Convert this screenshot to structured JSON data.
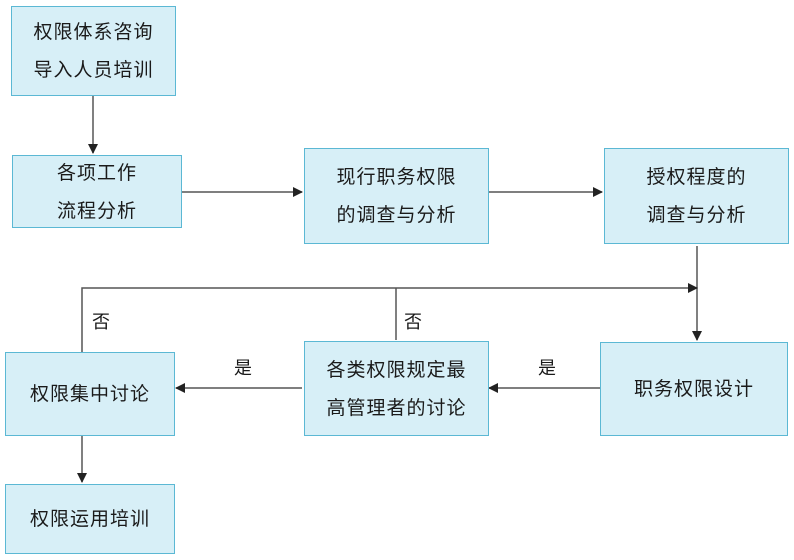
{
  "nodes": {
    "training_consultants": {
      "line1": "权限体系咨询",
      "line2": "导入人员培训"
    },
    "workflow_analysis": {
      "line1": "各项工作",
      "line2": "流程分析"
    },
    "current_authority_survey": {
      "line1": "现行职务权限",
      "line2": "的调查与分析"
    },
    "authorization_degree_survey": {
      "line1": "授权程度的",
      "line2": "调查与分析"
    },
    "centralized_discussion": {
      "line1": "权限集中讨论"
    },
    "top_management_discussion": {
      "line1": "各类权限规定最",
      "line2": "高管理者的讨论"
    },
    "authority_design": {
      "line1": "职务权限设计"
    },
    "application_training": {
      "line1": "权限运用培训"
    }
  },
  "edge_labels": {
    "yes_top_mgmt": "是",
    "yes_centralized": "是",
    "no_centralized": "否",
    "no_top_mgmt": "否"
  },
  "colors": {
    "box_fill": "#d7eff7",
    "box_border": "#5bb8d4",
    "line": "#555555",
    "arrow": "#222222"
  }
}
